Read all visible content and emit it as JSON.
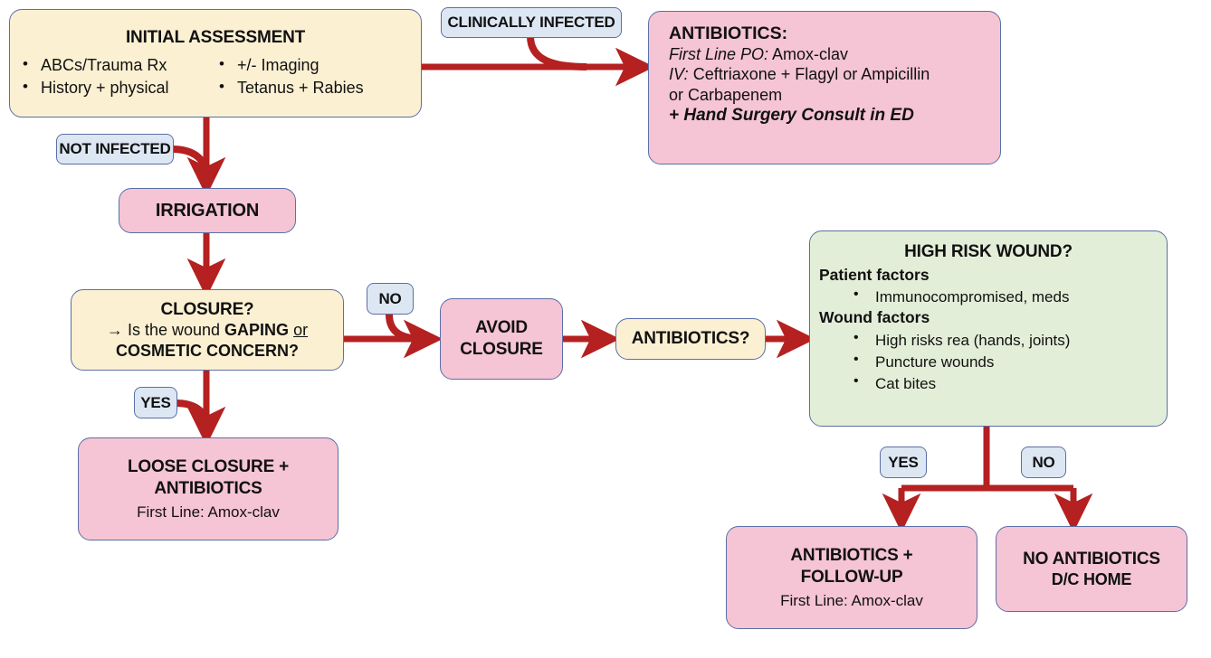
{
  "diagram": {
    "title": "Bite Wound Management Algorithm",
    "colors": {
      "yellow": "#fbf0d2",
      "pink": "#f5c4d5",
      "green": "#e3eed8",
      "blue": "#dde7f3",
      "border": "#5c6fa6",
      "arrow": "#b52020"
    }
  },
  "nodes": {
    "initial_assessment": {
      "title": "INITIAL ASSESSMENT",
      "bullets_left": [
        "ABCs/Trauma Rx",
        "History + physical"
      ],
      "bullets_right": [
        "+/- Imaging",
        "Tetanus + Rabies"
      ]
    },
    "antibiotics_infected": {
      "title": "ANTIBIOTICS:",
      "line1_label": "First Line PO:",
      "line1_value": "Amox-clav",
      "line2_label": "IV:",
      "line2_value": "Ceftriaxone + Flagyl or Ampicillin",
      "line3": "or Carbapenem",
      "line4": "+ Hand Surgery Consult in ED"
    },
    "irrigation": {
      "title": "IRRIGATION"
    },
    "closure": {
      "title": "CLOSURE?",
      "line2_arrow": "→",
      "line2_a": "Is the wound",
      "line2_b": "GAPING",
      "line2_c": "or",
      "line3": "COSMETIC CONCERN?"
    },
    "loose_closure": {
      "title_line1": "LOOSE CLOSURE +",
      "title_line2": "ANTIBIOTICS",
      "sub": "First Line: Amox-clav"
    },
    "avoid_closure": {
      "title_line1": "AVOID",
      "title_line2": "CLOSURE"
    },
    "antibiotics_question": {
      "title": "ANTIBIOTICS?"
    },
    "high_risk_wound": {
      "title": "HIGH RISK WOUND?",
      "patient_header": "Patient factors",
      "patient_items": [
        "Immunocompromised, meds"
      ],
      "wound_header": "Wound factors",
      "wound_items": [
        "High risks rea (hands, joints)",
        "Puncture wounds",
        "Cat bites"
      ]
    },
    "antibiotics_followup": {
      "title_line1": "ANTIBIOTICS +",
      "title_line2": "FOLLOW-UP",
      "sub": "First Line: Amox-clav"
    },
    "no_antibiotics": {
      "title_line1": "NO ANTIBIOTICS",
      "title_line2": "D/C HOME"
    }
  },
  "edge_labels": {
    "clinically_infected": "CLINICALLY INFECTED",
    "not_infected": "NOT INFECTED",
    "closure_no": "NO",
    "closure_yes": "YES",
    "high_risk_yes": "YES",
    "high_risk_no": "NO"
  }
}
